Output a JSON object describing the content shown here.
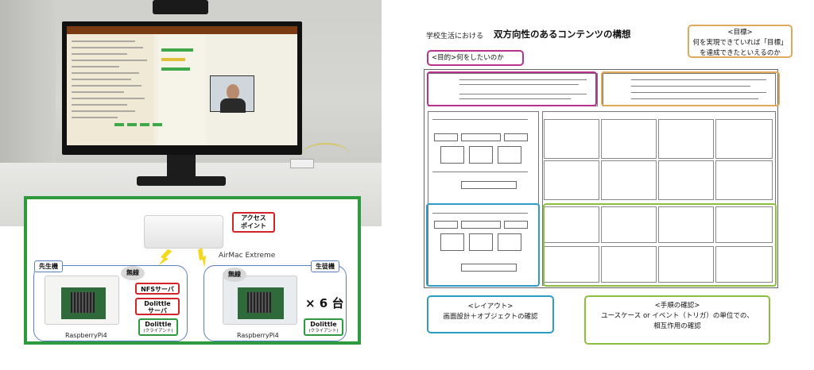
{
  "diagram": {
    "access_point": "アクセス\nポイント",
    "airmac": "AirMac Extreme",
    "teacher_machine": "先生機",
    "student_machine": "生徒機",
    "wireless": "無線",
    "nfs_server": "NFSサーバ",
    "dolittle_server": "Dolittle\nサーバ",
    "dolittle_client": "Dolittle",
    "client_sub": "(クライアント)",
    "pi_name": "RaspberryPi4",
    "times_six": "× 6 台"
  },
  "document": {
    "title_prefix": "学校生活における",
    "title": "双方向性のあるコンテンツの構想",
    "purpose_callout": "<目的>何をしたいのか",
    "goal_callout": {
      "heading": "<目標>",
      "line1": "何を実現できていれば「目標」",
      "line2": "を達成できたといえるのか"
    },
    "layout_callout": {
      "heading": "<レイアウト>",
      "body": "画面設計＋オブジェクトの確認"
    },
    "steps_callout": {
      "heading": "<手順の確認>",
      "line1": "ユースケース or イベント（トリガ）の単位での、",
      "line2": "相互作用の確認"
    }
  },
  "colors": {
    "diagram_border": "#2e9a3e",
    "red": "#d2232a",
    "blue_group": "#5b7fc4",
    "purpose": "#b8328c",
    "goal": "#e0a85a",
    "layout": "#2f9cc8",
    "steps": "#8abf3f"
  }
}
